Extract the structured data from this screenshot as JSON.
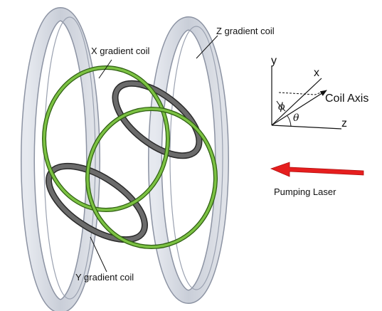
{
  "labels": {
    "x_coil": "X gradient coil",
    "z_coil": "Z gradient coil",
    "y_coil": "Y gradient coil",
    "pumping_laser": "Pumping Laser",
    "coil_axis": "Coil Axis"
  },
  "axes": {
    "y": "y",
    "x": "x",
    "z": "z",
    "phi": "ϕ",
    "theta": "θ"
  },
  "colors": {
    "z_coil_fill": "#cfd3dc",
    "z_coil_edge": "#8c93a3",
    "x_coil": "#7cc243",
    "x_coil_edge": "#2f5f12",
    "y_coil": "#6b6b6b",
    "y_coil_edge": "#2a2a2a",
    "laser": "#e61e1e"
  }
}
